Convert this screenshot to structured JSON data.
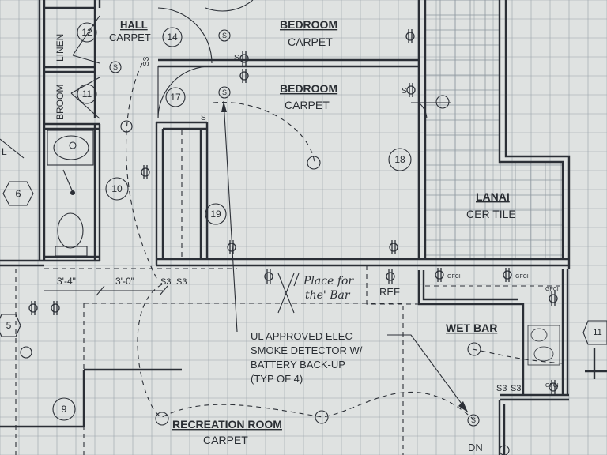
{
  "rooms": {
    "hall": {
      "name": "HALL",
      "floor": "CARPET"
    },
    "bedroom_top": {
      "name": "BEDROOM",
      "floor": "CARPET"
    },
    "bedroom_main": {
      "name": "BEDROOM",
      "floor": "CARPET"
    },
    "lanai": {
      "name": "LANAI",
      "floor": "CER TILE"
    },
    "wet_bar": {
      "name": "WET BAR"
    },
    "recreation": {
      "name": "RECREATION ROOM",
      "floor": "CARPET"
    }
  },
  "closets": {
    "linen": "LINEN",
    "broom": "BROOM"
  },
  "fixtures": {
    "ref": "REF",
    "dn": "DN"
  },
  "labels": {
    "gfci": "GFCI",
    "smoke": "S",
    "switch_s3": "S3",
    "switch_s": "S",
    "ell": "L"
  },
  "dimensions": {
    "d1": "3'-4\"",
    "d2": "3'-0\""
  },
  "handwritten_note": {
    "line1": "Place for",
    "line2": "the' Bar"
  },
  "annotation": {
    "line1": "UL APPROVED ELEC",
    "line2": "SMOKE DETECTOR W/",
    "line3": "BATTERY BACK-UP",
    "line4": "(TYP OF 4)"
  },
  "markers": {
    "m12": "12",
    "m14": "14",
    "m11": "11",
    "m17": "17",
    "m18": "18",
    "m10": "10",
    "m19": "19",
    "m6": "6",
    "m5": "5",
    "m9": "9",
    "m11b": "11"
  }
}
